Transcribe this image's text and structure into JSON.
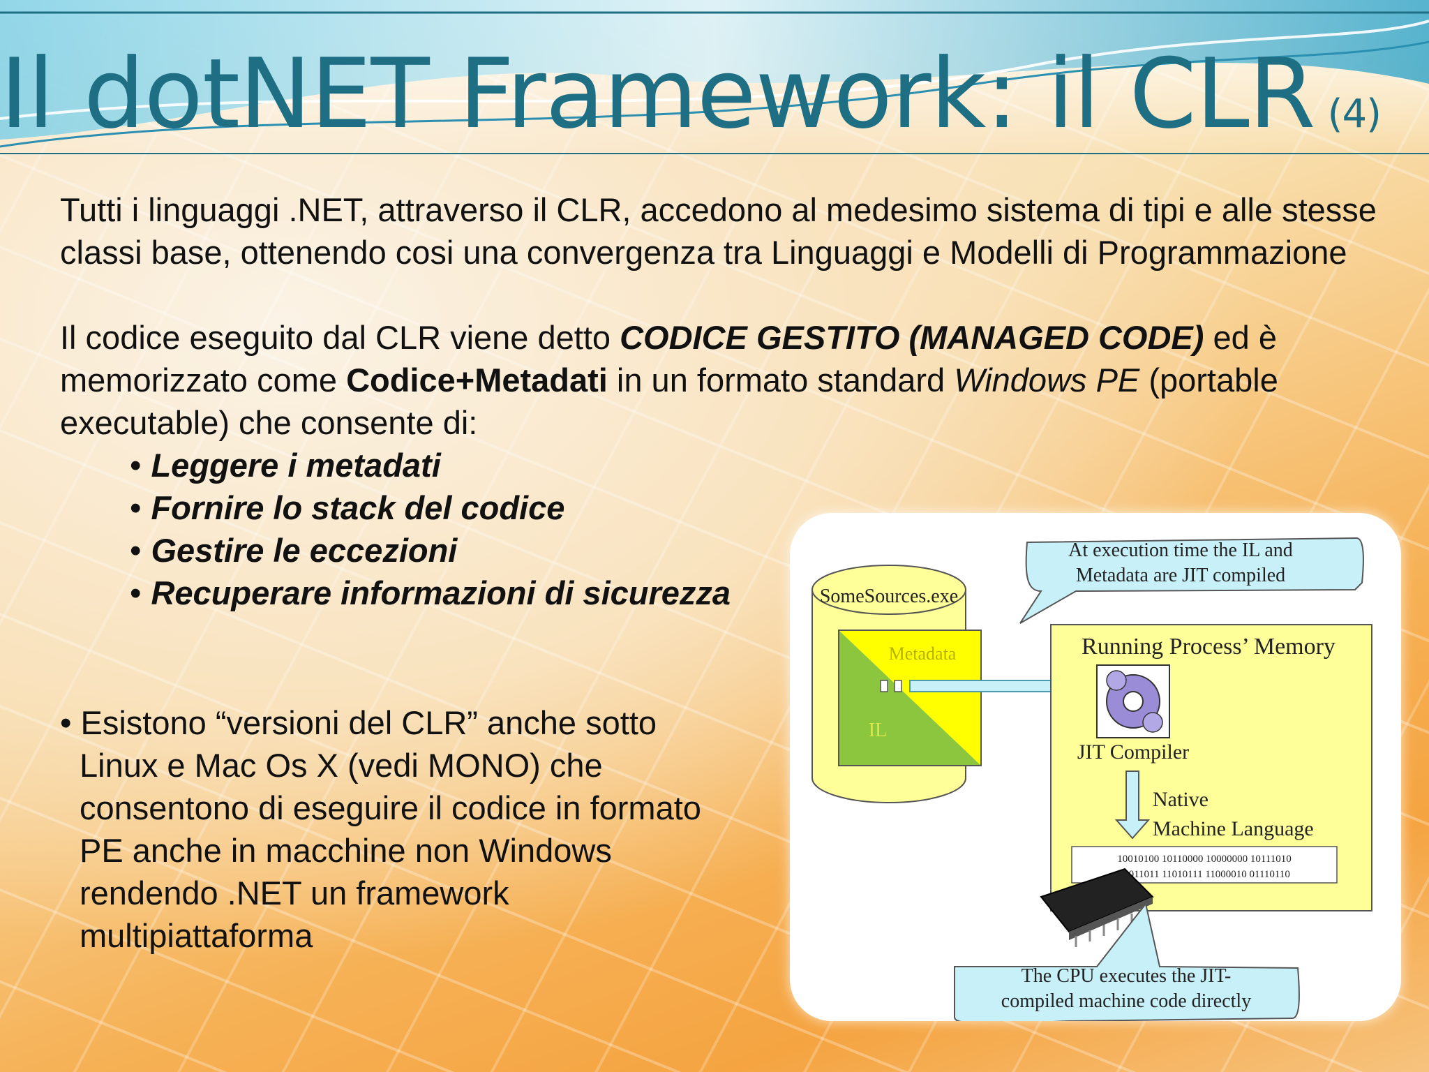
{
  "slide": {
    "title": "Il dotNET Framework: il CLR",
    "title_suffix": "(4)",
    "paragraph1": "Tutti i linguaggi .NET, attraverso il CLR, accedono al medesimo sistema di tipi e alle stesse classi base, ottenendo cosi una convergenza tra Linguaggi e Modelli di Programmazione",
    "paragraph2": {
      "part1": "Il codice eseguito dal CLR viene detto ",
      "bold_italic": "CODICE GESTITO (MANAGED CODE)",
      "part2": " ed è memorizzato come ",
      "bold": "Codice+Metadati",
      "part3": " in un formato standard ",
      "italic": "Windows PE",
      "part4": " (portable executable) che consente di:"
    },
    "bullets": [
      "Leggere i metadati",
      "Fornire lo stack del codice",
      "Gestire le eccezioni",
      "Recuperare informazioni di sicurezza"
    ],
    "mono_lines": [
      "• Esistono “versioni del CLR” anche sotto",
      "Linux e Mac Os X (vedi MONO) che",
      "consentono di eseguire il codice in formato",
      "PE anche in macchine non Windows",
      "rendendo .NET un framework",
      "multipiattaforma"
    ]
  },
  "figure": {
    "exe_label": "SomeSources.exe",
    "metadata_label": "Metadata",
    "il_label": "IL",
    "callout_top_line1": "At execution time the IL and",
    "callout_top_line2": "Metadata are JIT compiled",
    "memory_title": "Running Process’ Memory",
    "jit_label": "JIT Compiler",
    "native_line1": "Native",
    "native_line2": "Machine Language",
    "binary_line1": "10010100 10110000 10000000 10111010",
    "binary_line2": "11011011 11010111 11000010 01110110",
    "callout_bottom_line1": "The CPU executes the JIT-",
    "callout_bottom_line2": "compiled machine code directly",
    "colors": {
      "box_fill": "#ffff99",
      "green": "#8cc63f",
      "yellow": "#ffff00",
      "callout_fill": "#c8f0f8",
      "arrow_fill": "#c8f0f8",
      "gear": "#9b8cd8"
    }
  }
}
